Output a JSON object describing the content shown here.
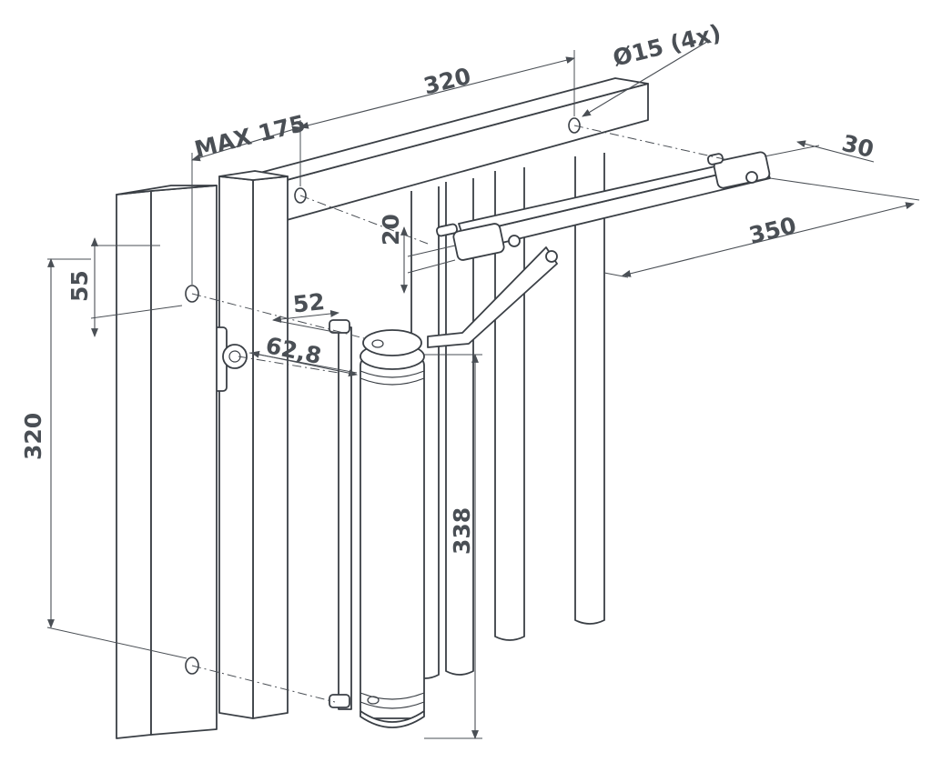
{
  "colors": {
    "line": "#3a3f45",
    "dimension": "#4a4f55",
    "background": "#ffffff"
  },
  "dimensions": {
    "hinge_spacing_top": "320",
    "hole_diameter": "Ø15 (4x)",
    "max_offset": "MAX 175",
    "arm_width": "30",
    "arm_length": "350",
    "arm_drop": "20",
    "post_offset": "55",
    "closer_offset": "52",
    "closer_depth": "62,8",
    "post_hole_spacing": "320",
    "closer_length": "338"
  }
}
